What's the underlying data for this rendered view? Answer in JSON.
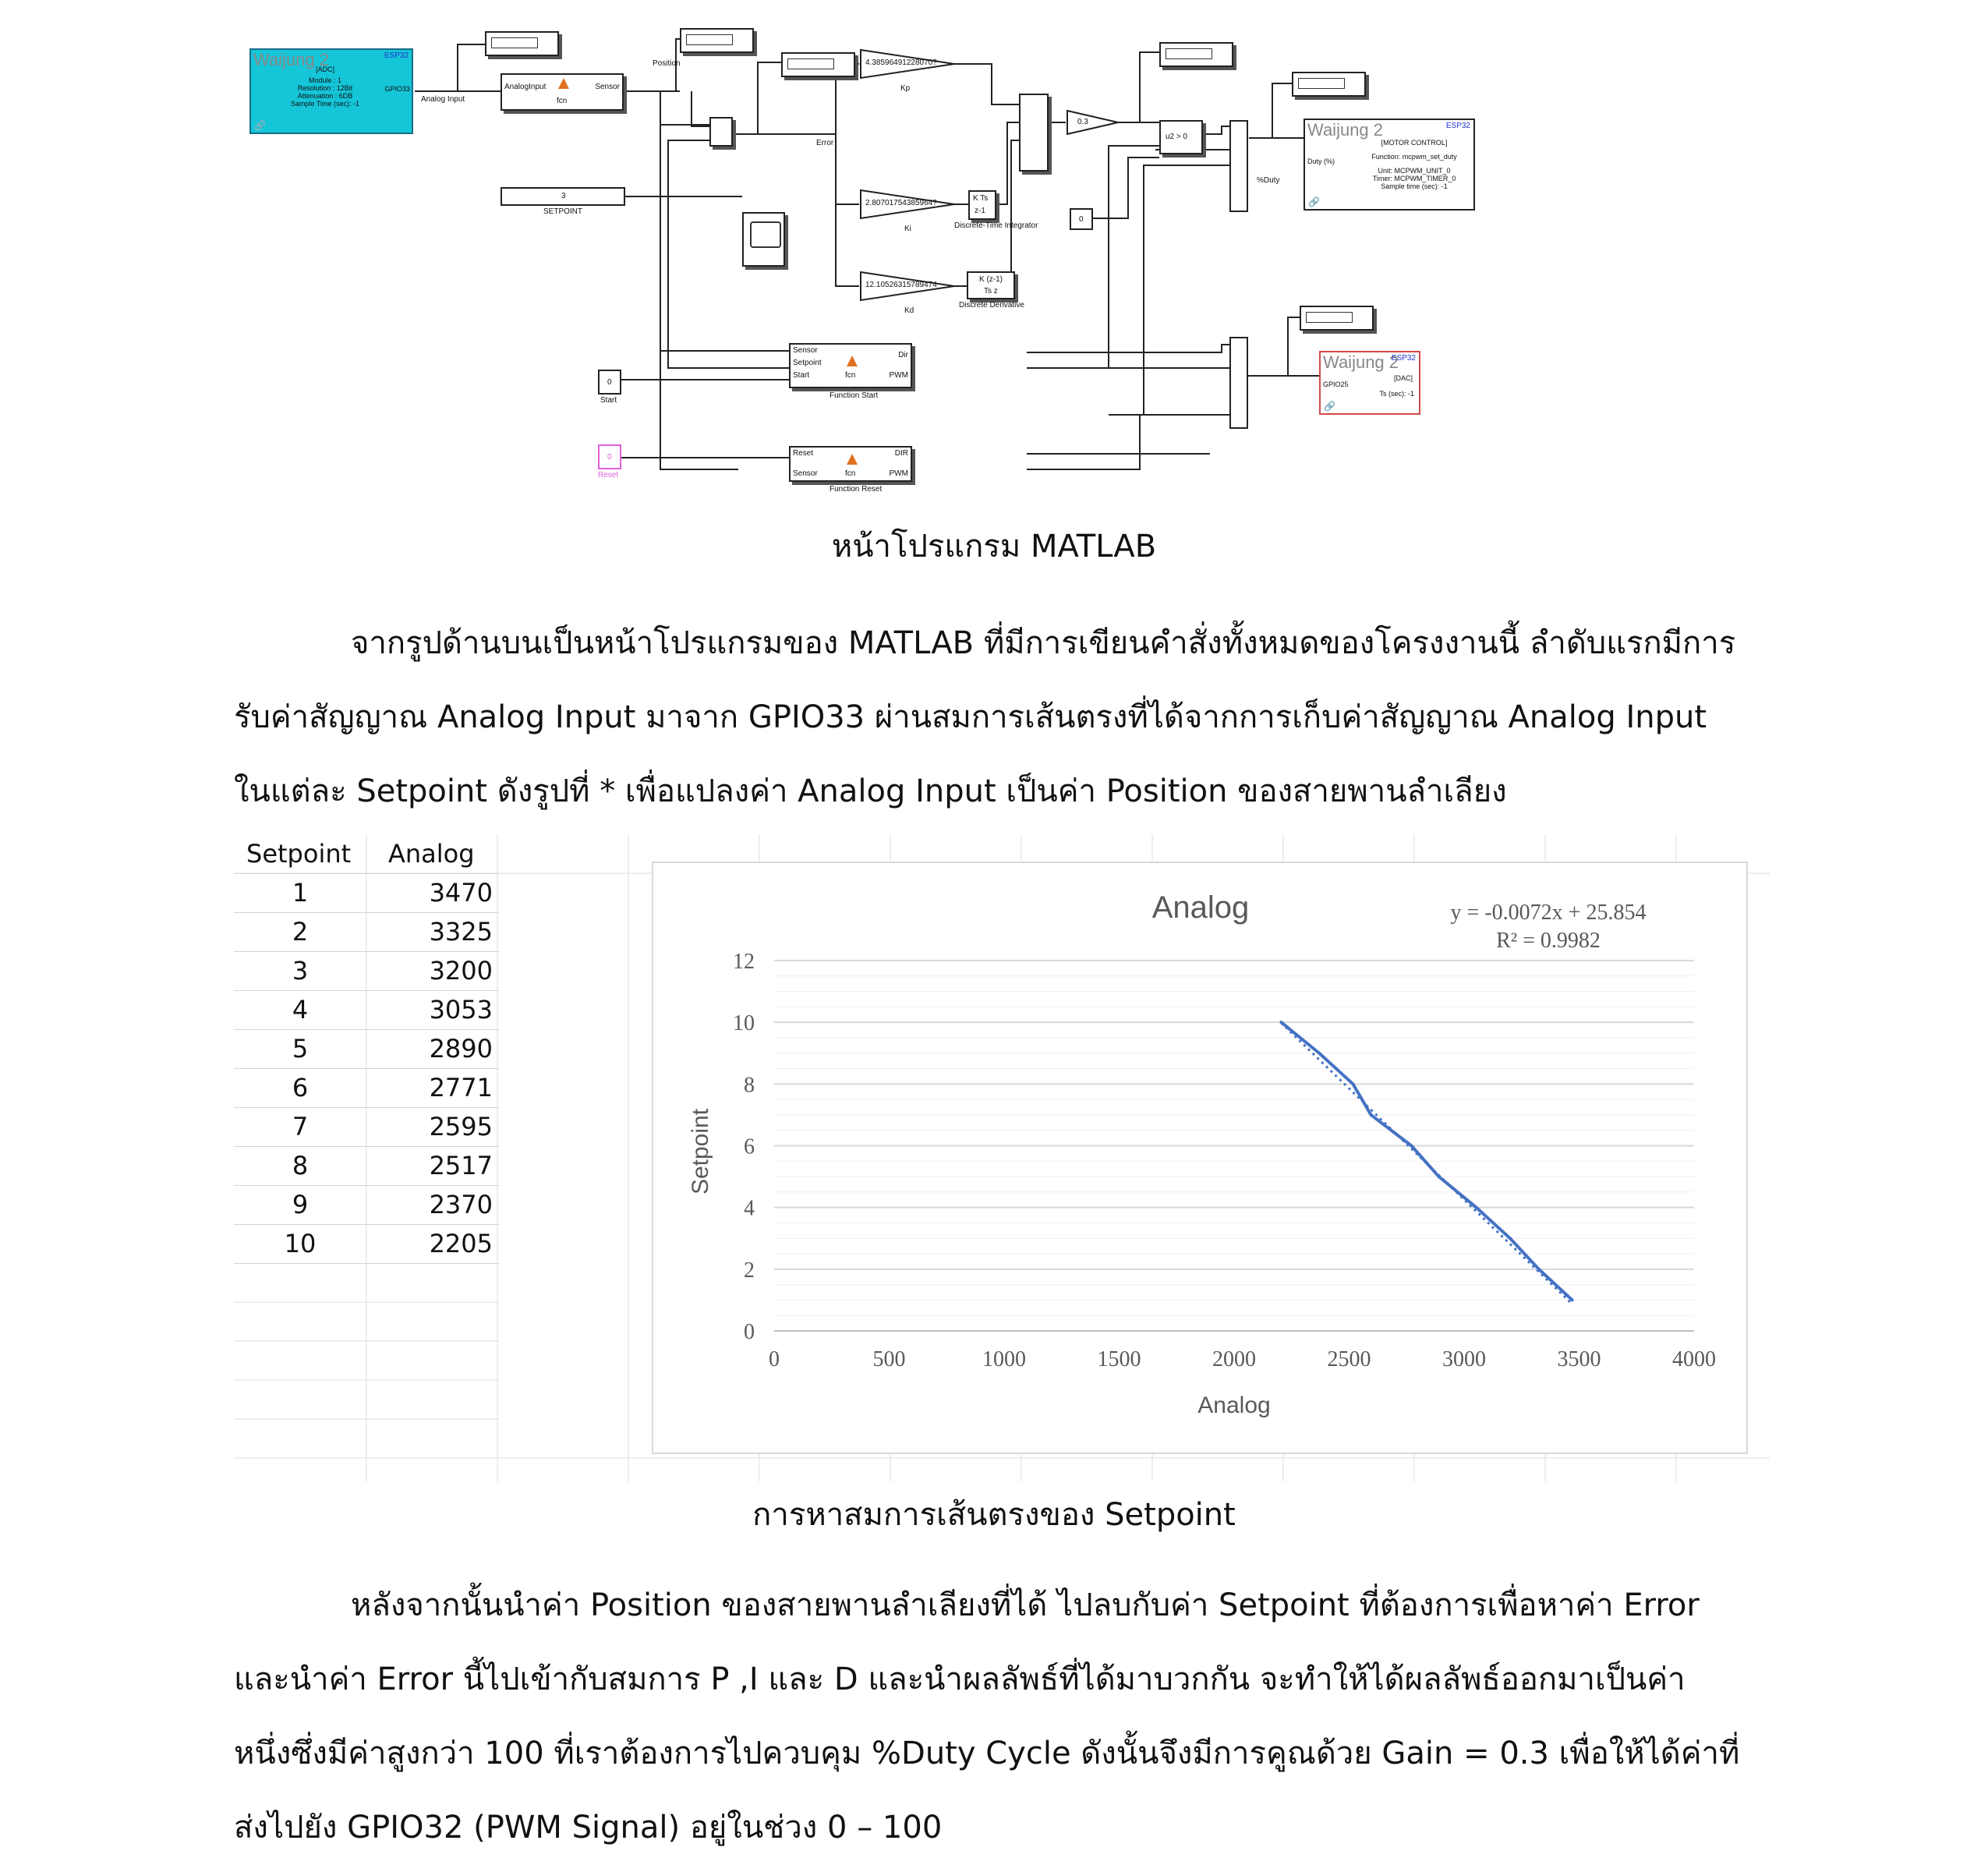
{
  "diagram": {
    "adc_block": {
      "title": "Waijung 2",
      "badge": "ESP32",
      "lines": [
        "[ADC]",
        "Module : 1",
        "Resolution : 12Bit",
        "Attenuation : 6DB",
        "Sample Time (sec): -1"
      ],
      "port": "GPIO33"
    },
    "analog_input_label": "Analog Input",
    "fcn_sensor": {
      "in_port": "AnalogInput",
      "out_port": "Sensor",
      "name": "fcn"
    },
    "position_label": "Position",
    "setpoint_const": {
      "value": "3",
      "label": "SETPOINT"
    },
    "error_label": "Error",
    "gain_kp": {
      "value": "4.38596491228070?",
      "label": "Kp"
    },
    "gain_ki": {
      "value": "2.80701754385964?",
      "label": "Ki"
    },
    "gain_kd": {
      "value": "12.10526315789474",
      "label": "Kd"
    },
    "integrator": {
      "num": "K Ts",
      "den": "z-1",
      "label": "Discrete-Time Integrator"
    },
    "derivative": {
      "num": "K (z-1)",
      "den": "Ts z",
      "label": "Discrete Derivative"
    },
    "gain_03": {
      "value": "0.3"
    },
    "switch_label": "u2 > 0",
    "zero_const": {
      "value": "0"
    },
    "duty_label": "%Duty",
    "motor_block": {
      "title": "Waijung 2",
      "badge": "ESP32",
      "lines": [
        "[MOTOR CONTROL]",
        "Function: mcpwm_set_duty",
        "Unit: MCPWM_UNIT_0",
        "Timer: MCPWM_TIMER_0",
        "Sample time (sec): -1"
      ],
      "port": "Duty (%)"
    },
    "start_const": {
      "value": "0",
      "label": "Start"
    },
    "reset_const": {
      "value": "0",
      "label": "Reset"
    },
    "function_start": {
      "ports_in": [
        "Sensor",
        "Setpoint",
        "Start"
      ],
      "ports_out": [
        "Dir",
        "PWM"
      ],
      "name": "fcn",
      "label": "Function Start"
    },
    "function_reset": {
      "ports_in": [
        "Reset",
        "Sensor"
      ],
      "ports_out": [
        "DIR",
        "PWM"
      ],
      "name": "fcn",
      "label": "Function Reset"
    },
    "dac_block": {
      "title": "Waijung 2",
      "badge": "ESP32",
      "lines": [
        "[DAC]",
        "Ts (sec): -1"
      ],
      "port": "GPIO25"
    }
  },
  "caption1": "หน้าโปรแกรม MATLAB",
  "paragraph1": [
    "จากรูปด้านบนเป็นหน้าโปรแกรมของ MATLAB ที่มีการเขียนคำสั่งทั้งหมดของโครงงานนี้ ลำดับแรกมีการ",
    "รับค่าสัญญาณ Analog Input มาจาก GPIO33 ผ่านสมการเส้นตรงที่ได้จากการเก็บค่าสัญญาณ Analog Input",
    "ในแต่ละ Setpoint ดังรูปที่ * เพื่อแปลงค่า Analog Input เป็นค่า Position ของสายพานลำเลียง"
  ],
  "table": {
    "headers": [
      "Setpoint",
      "Analog"
    ],
    "rows": [
      [
        "1",
        "3470"
      ],
      [
        "2",
        "3325"
      ],
      [
        "3",
        "3200"
      ],
      [
        "4",
        "3053"
      ],
      [
        "5",
        "2890"
      ],
      [
        "6",
        "2771"
      ],
      [
        "7",
        "2595"
      ],
      [
        "8",
        "2517"
      ],
      [
        "9",
        "2370"
      ],
      [
        "10",
        "2205"
      ]
    ]
  },
  "chart_data": {
    "type": "scatter",
    "title": "Analog",
    "xlabel": "Analog",
    "ylabel": "Setpoint",
    "xlim": [
      0,
      4000
    ],
    "ylim": [
      0,
      12
    ],
    "x_ticks": [
      "0",
      "500",
      "1000",
      "1500",
      "2000",
      "2500",
      "3000",
      "3500",
      "4000"
    ],
    "y_ticks": [
      "0",
      "2",
      "4",
      "6",
      "8",
      "10",
      "12"
    ],
    "series": [
      {
        "x": [
          3470,
          3325,
          3200,
          3053,
          2890,
          2771,
          2595,
          2517,
          2370,
          2205
        ],
        "y": [
          1,
          2,
          3,
          4,
          5,
          6,
          7,
          8,
          9,
          10
        ]
      }
    ],
    "trendline": {
      "slope": -0.0072,
      "intercept": 25.854
    },
    "equation": "y = -0.0072x + 25.854",
    "r2": "R² = 0.9982",
    "grid": true,
    "series_color": "#4472c4"
  },
  "caption2": "การหาสมการเส้นตรงของ Setpoint",
  "paragraph2": [
    "หลังจากนั้นนำค่า Position ของสายพานลำเลียงที่ได้ ไปลบกับค่า Setpoint ที่ต้องการเพื่อหาค่า Error",
    "และนำค่า Error นี้ไปเข้ากับสมการ P ,I และ D และนำผลลัพธ์ที่ได้มาบวกกัน จะทำให้ได้ผลลัพธ์ออกมาเป็นค่า",
    "หนึ่งซึ่งมีค่าสูงกว่า 100 ที่เราต้องการไปควบคุม %Duty Cycle ดังนั้นจึงมีการคูณด้วย Gain = 0.3 เพื่อให้ได้ค่าที่",
    "ส่งไปยัง GPIO32 (PWM Signal) อยู่ในช่วง 0 – 100"
  ]
}
